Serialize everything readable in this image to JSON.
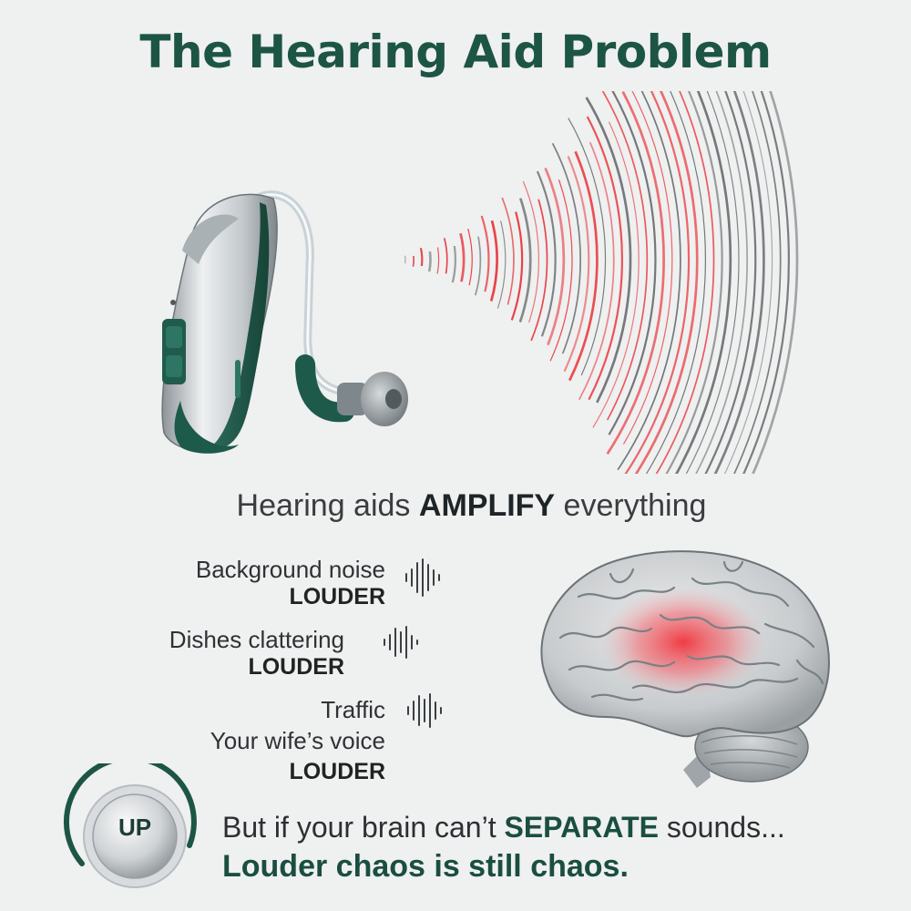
{
  "title": "The Hearing Aid Problem",
  "subhead": {
    "before": "Hearing aids ",
    "emphasis": "AMPLIFY",
    "after": " everything"
  },
  "effects": [
    {
      "label": "Background noise",
      "level": "LOUDER"
    },
    {
      "label": "Dishes clattering",
      "level": "LOUDER"
    },
    {
      "label": "Traffic",
      "label2": "Your wife’s voice",
      "level": "LOUDER"
    }
  ],
  "dial_label": "UP",
  "closing": {
    "line1_before": "But if your brain can’t ",
    "line1_emphasis": "SEPARATE",
    "line1_after": " sounds...",
    "line2": "Louder chaos is still chaos."
  },
  "colors": {
    "brand_green": "#1d5545",
    "noise_red": "#e8393f",
    "wave_gray": "#6e7073",
    "background": "#eff0f0"
  },
  "icons": [
    "hearing-aid-icon",
    "sound-wave-icon",
    "brain-icon",
    "volume-dial-icon"
  ]
}
